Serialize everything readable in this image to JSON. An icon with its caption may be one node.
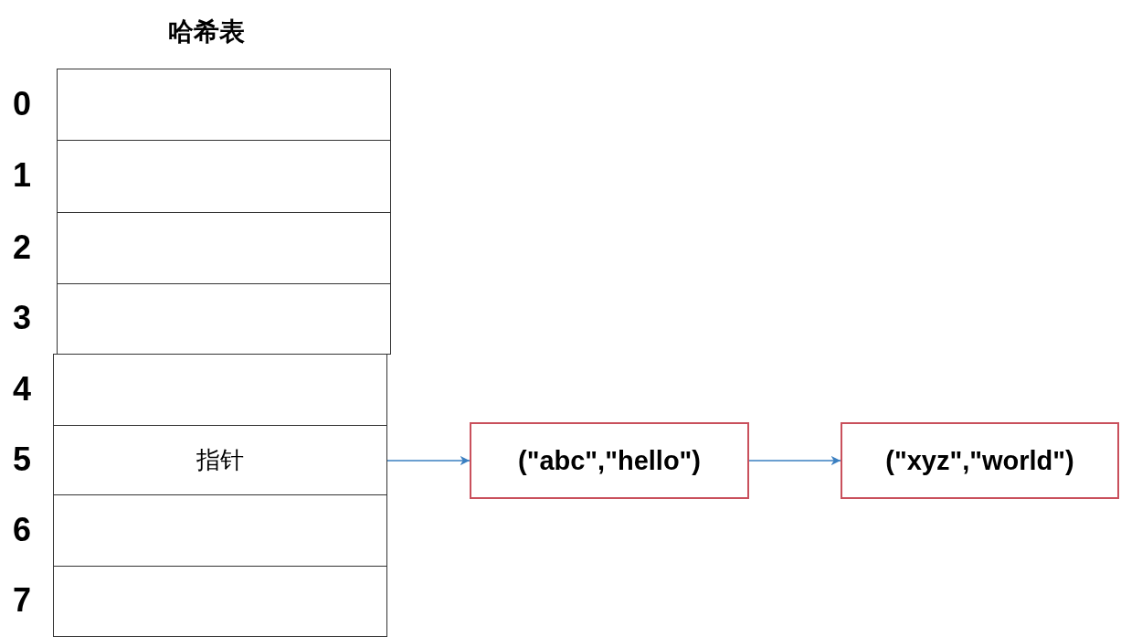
{
  "diagram": {
    "title": "哈希表",
    "nodes": [
      {
        "text": [],
        "shape": "box"
      },
      {
        "text": [],
        "shape": "box"
      },
      {
        "text": [],
        "shape": "box"
      },
      {
        "text": [],
        "shape": "box"
      },
      {
        "text": [],
        "shape": "box"
      },
      {
        "text": [
          "指针"
        ]
      },
      {
        "text": [],
        "shape": "box"
      },
      {
        "text": [],
        "shape": "box"
      },
      {
        "text": [
          "(\"abc\",\"hello\")"
        ]
      },
      {
        "text": [
          "(\"xyz\",\"world\")"
        ]
      }
    ],
    "edges": [
      {
        "from": 5,
        "to": 8,
        "arrow": "to"
      },
      {
        "from": 8,
        "to": 9,
        "arrow": "to"
      }
    ],
    "labels": [
      "0",
      "1",
      "2",
      "3",
      "4",
      "5",
      "6",
      "7"
    ]
  }
}
